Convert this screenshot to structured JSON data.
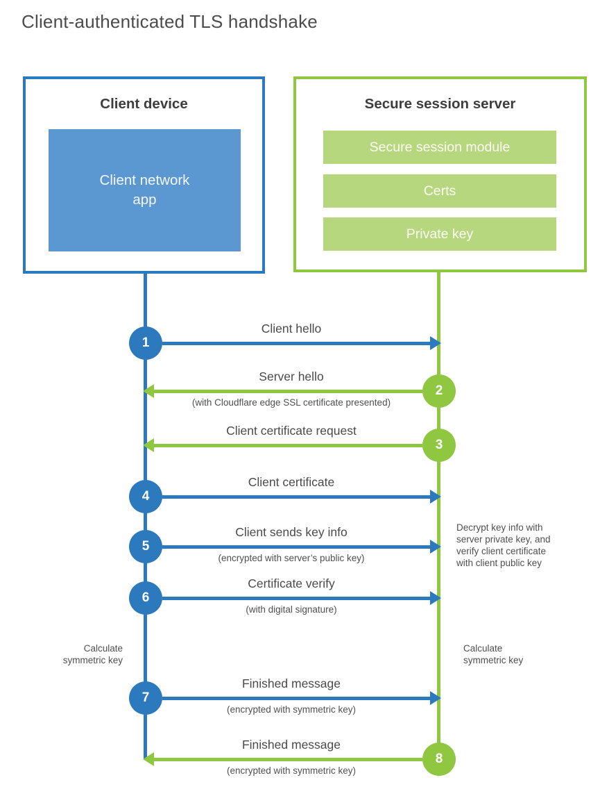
{
  "title": "Client-authenticated TLS handshake",
  "colors": {
    "blue_stroke": "#2d79bd",
    "blue_fill": "#5b97d1",
    "green_stroke": "#8fc740",
    "green_fill": "#b7d77e",
    "title_text": "#4c4c4c",
    "label_text": "#4a4a4a"
  },
  "client_box": {
    "title": "Client device",
    "module": "Client network\napp"
  },
  "server_box": {
    "title": "Secure session server",
    "modules": [
      "Secure session module",
      "Certs",
      "Private key"
    ]
  },
  "steps": [
    {
      "num": "1",
      "actor": "client",
      "direction": "right",
      "label": "Client hello",
      "sublabel": ""
    },
    {
      "num": "2",
      "actor": "server",
      "direction": "left",
      "label": "Server hello",
      "sublabel": "(with Cloudflare edge SSL certificate presented)"
    },
    {
      "num": "3",
      "actor": "server",
      "direction": "left",
      "label": "Client certificate request",
      "sublabel": ""
    },
    {
      "num": "4",
      "actor": "client",
      "direction": "right",
      "label": "Client certificate",
      "sublabel": ""
    },
    {
      "num": "5",
      "actor": "client",
      "direction": "right",
      "label": "Client sends key info",
      "sublabel": "(encrypted with server’s public key)"
    },
    {
      "num": "6",
      "actor": "client",
      "direction": "right",
      "label": "Certificate verify",
      "sublabel": "(with digital signature)"
    },
    {
      "num": "7",
      "actor": "client",
      "direction": "right",
      "label": "Finished message",
      "sublabel": "(encrypted with symmetric key)"
    },
    {
      "num": "8",
      "actor": "server",
      "direction": "left",
      "label": "Finished message",
      "sublabel": "(encrypted with symmetric key)"
    }
  ],
  "annotations": {
    "server_note": "Decrypt key info with\nserver private key, and\nverify client certificate\nwith client public key",
    "client_calc": "Calculate\nsymmetric key",
    "server_calc": "Calculate\nsymmetric key"
  }
}
